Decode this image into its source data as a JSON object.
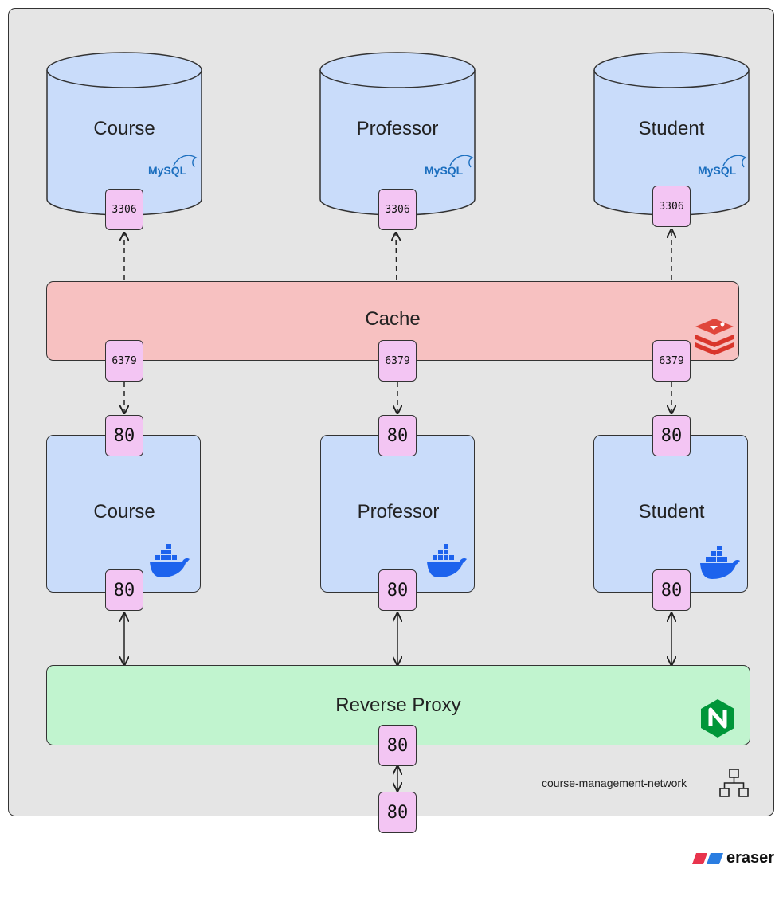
{
  "network": {
    "name": "course-management-network",
    "icon": "network-topology-icon"
  },
  "databases": [
    {
      "label": "Course",
      "logo": "MySQL",
      "port": "3306"
    },
    {
      "label": "Professor",
      "logo": "MySQL",
      "port": "3306"
    },
    {
      "label": "Student",
      "logo": "MySQL",
      "port": "3306"
    }
  ],
  "cache": {
    "label": "Cache",
    "icon": "redis-icon",
    "ports": [
      "6379",
      "6379",
      "6379"
    ]
  },
  "services": [
    {
      "label": "Course",
      "icon": "docker-icon",
      "port_in": "80",
      "port_out": "80"
    },
    {
      "label": "Professor",
      "icon": "docker-icon",
      "port_in": "80",
      "port_out": "80"
    },
    {
      "label": "Student",
      "icon": "docker-icon",
      "port_in": "80",
      "port_out": "80"
    }
  ],
  "proxy": {
    "label": "Reverse Proxy",
    "icon": "nginx-icon",
    "port": "80",
    "external_port": "80"
  },
  "brand": {
    "name": "eraser",
    "icon": "eraser-logo-icon"
  },
  "colors": {
    "network_bg": "#e5e5e5",
    "database_fill": "#c9dcfa",
    "cache_fill": "#f7c1c1",
    "proxy_fill": "#c1f4cf",
    "port_fill": "#f3c5f3",
    "mysql_blue": "#1c6fbf",
    "redis_red": "#d9352b",
    "docker_blue": "#1d63ed",
    "nginx_green": "#009639"
  }
}
